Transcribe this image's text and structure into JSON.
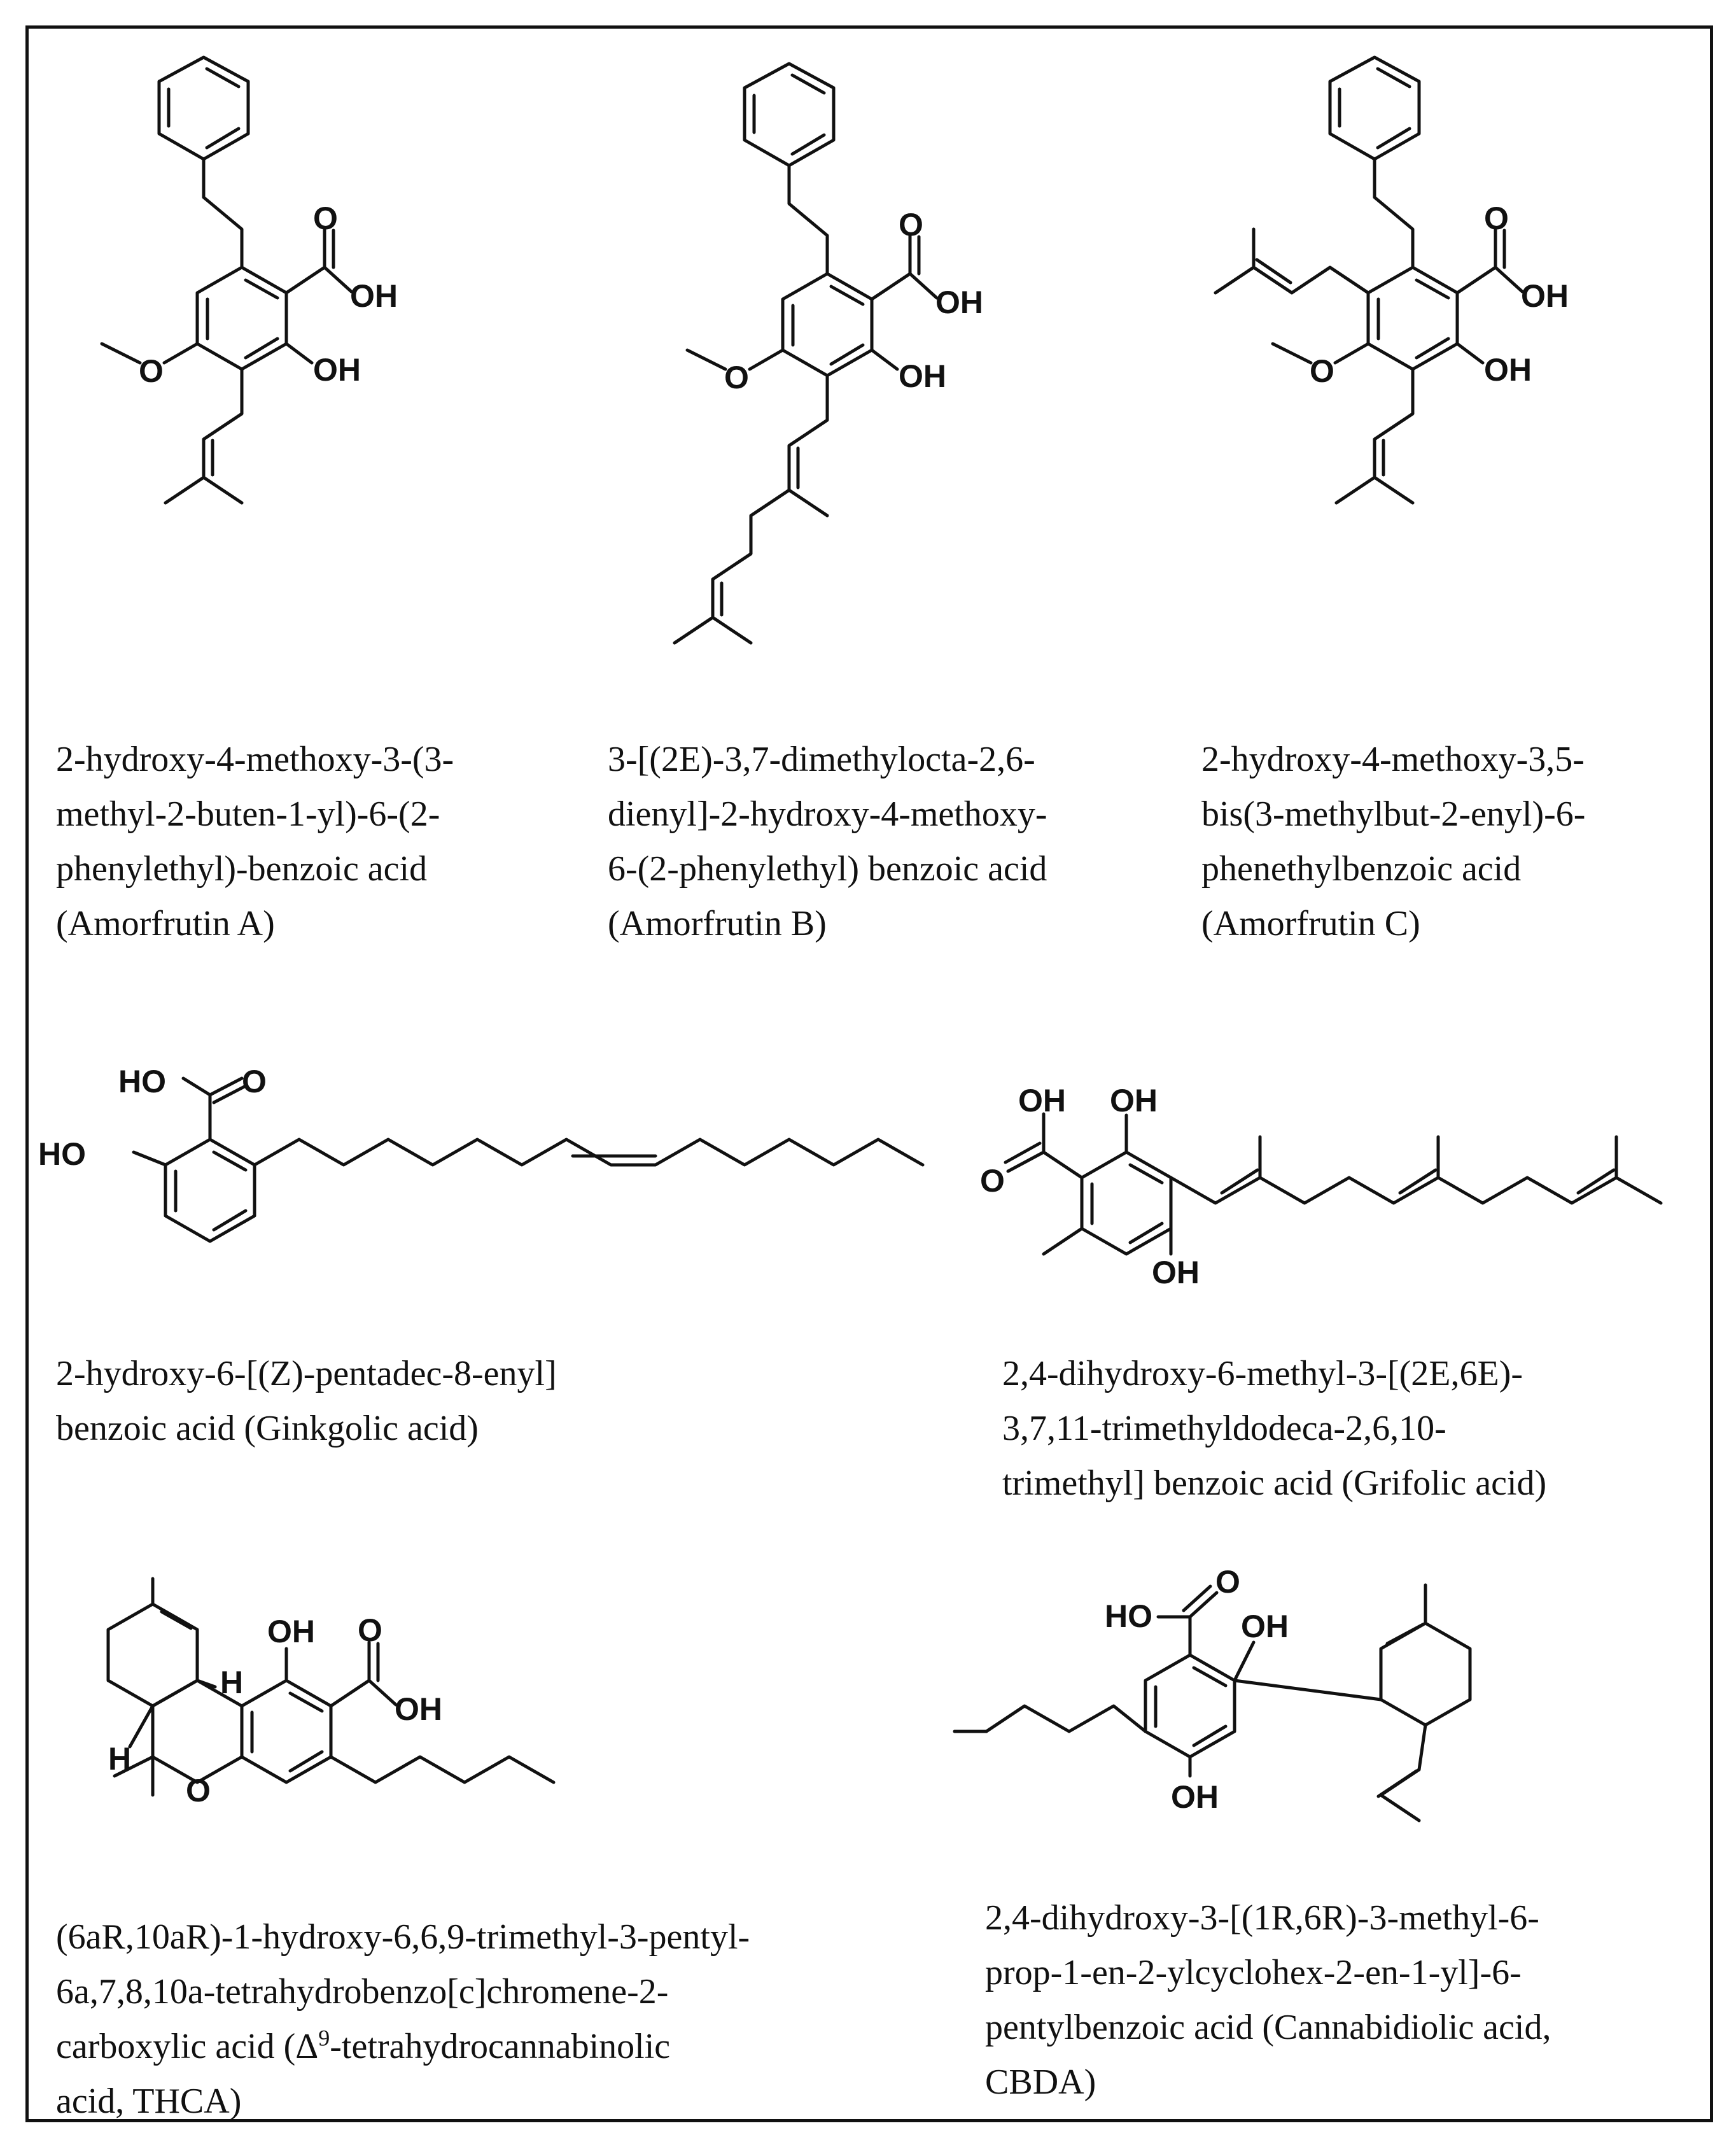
{
  "atom_labels": {
    "oh": "OH",
    "o": "O",
    "ho": "HO",
    "h": "H"
  },
  "compounds": [
    {
      "id": "amorfrutin-a",
      "caption_lines": [
        "2-hydroxy-4-methoxy-3-(3-",
        "methyl-2-buten-1-yl)-6-(2-",
        "phenylethyl)-benzoic acid",
        "(Amorfrutin A)"
      ]
    },
    {
      "id": "amorfrutin-b",
      "caption_lines": [
        "3-[(2E)-3,7-dimethylocta-2,6-",
        "dienyl]-2-hydroxy-4-methoxy-",
        "6-(2-phenylethyl) benzoic acid",
        "(Amorfrutin B)"
      ]
    },
    {
      "id": "amorfrutin-c",
      "caption_lines": [
        "2-hydroxy-4-methoxy-3,5-",
        "bis(3-methylbut-2-enyl)-6-",
        "phenethylbenzoic acid",
        "(Amorfrutin C)"
      ]
    },
    {
      "id": "ginkgolic-acid",
      "caption_lines": [
        "2-hydroxy-6-[(Z)-pentadec-8-enyl]",
        "benzoic acid (Ginkgolic acid)"
      ]
    },
    {
      "id": "grifolic-acid",
      "caption_lines": [
        "2,4-dihydroxy-6-methyl-3-[(2E,6E)-",
        "3,7,11-trimethyldodeca-2,6,10-",
        "trimethyl] benzoic acid (Grifolic acid)"
      ]
    },
    {
      "id": "thca",
      "caption_lines": [
        "(6aR,10aR)-1-hydroxy-6,6,9-trimethyl-3-pentyl-",
        "6a,7,8,10a-tetrahydrobenzo[c]chromene-2-",
        "carboxylic acid (Δ",
        "-tetrahydrocannabinolic",
        "acid, THCA)"
      ],
      "superscript": "9"
    },
    {
      "id": "cbda",
      "caption_lines": [
        "2,4-dihydroxy-3-[(1R,6R)-3-methyl-6-",
        "prop-1-en-2-ylcyclohex-2-en-1-yl]-6-",
        "pentylbenzoic acid (Cannabidiolic acid,",
        "CBDA)"
      ]
    }
  ]
}
